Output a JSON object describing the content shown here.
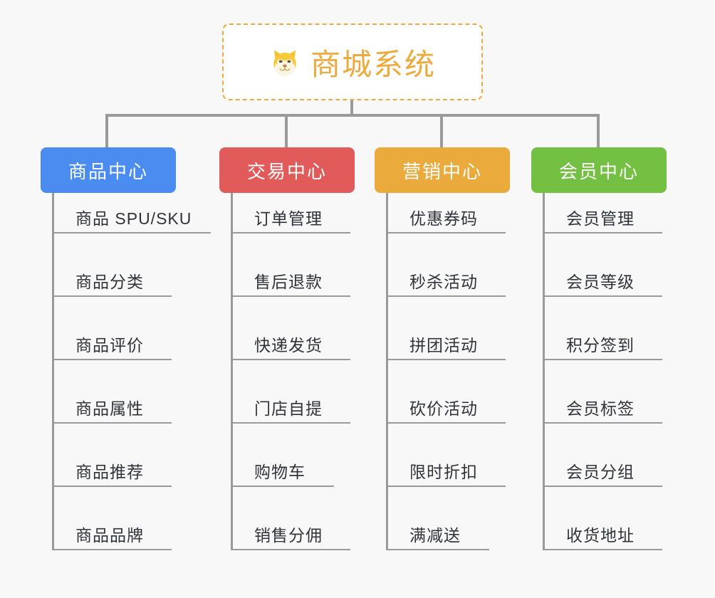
{
  "diagram": {
    "type": "org-tree",
    "background_color": "#f8f8f8",
    "connector_color": "#9a9a9a",
    "root": {
      "title": "商城系统",
      "icon": "shiba-dog-face-icon",
      "text_color": "#eeab3d",
      "border_color": "#eeab3d",
      "border_style": "dashed",
      "fill_color": "#ffffff"
    },
    "columns": [
      {
        "header": "商品中心",
        "color": "#4a8cf0",
        "items": [
          "商品 SPU/SKU",
          "商品分类",
          "商品评价",
          "商品属性",
          "商品推荐",
          "商品品牌"
        ]
      },
      {
        "header": "交易中心",
        "color": "#e15b5b",
        "items": [
          "订单管理",
          "售后退款",
          "快递发货",
          "门店自提",
          "购物车",
          "销售分佣"
        ]
      },
      {
        "header": "营销中心",
        "color": "#eaaa3c",
        "items": [
          "优惠券码",
          "秒杀活动",
          "拼团活动",
          "砍价活动",
          "限时折扣",
          "满减送"
        ]
      },
      {
        "header": "会员中心",
        "color": "#74c043",
        "items": [
          "会员管理",
          "会员等级",
          "积分签到",
          "会员标签",
          "会员分组",
          "收货地址"
        ]
      }
    ]
  }
}
